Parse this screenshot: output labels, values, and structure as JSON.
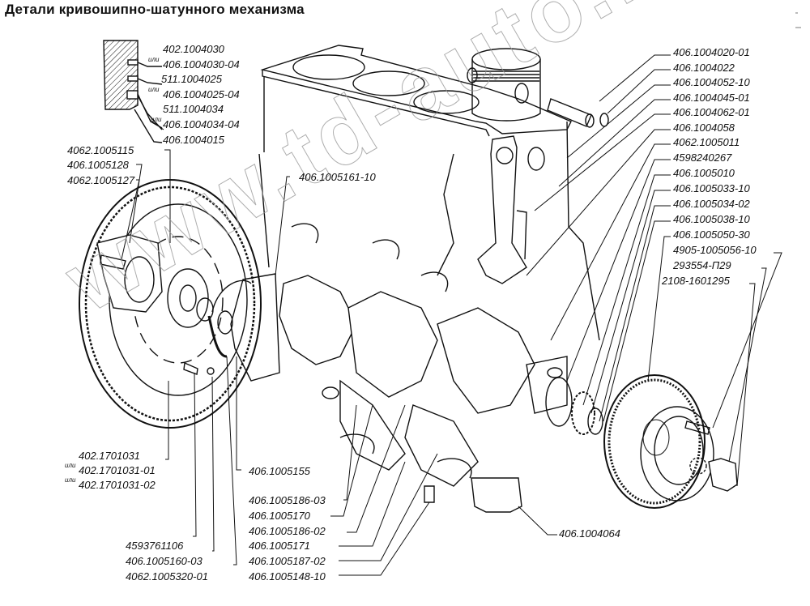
{
  "title": "Детали кривошипно-шатунного механизма",
  "watermark": "www.td-auto.ru",
  "alt_word": "или",
  "labels": {
    "ring_group": [
      "402.1004030",
      "406.1004030-04",
      "511.1004025",
      "406.1004025-04",
      "511.1004034",
      "406.1004034-04",
      "406.1004015"
    ],
    "flywheel_group": [
      "4062.1005115",
      "406.1005128",
      "4062.1005127"
    ],
    "seal_holder": "406.1005161-10",
    "right_column": [
      "406.1004020-01",
      "406.1004022",
      "406.1004052-10",
      "406.1004045-01",
      "406.1004062-01",
      "406.1004058",
      "4062.1005011",
      "4598240267",
      "406.1005010",
      "406.1005033-10",
      "406.1005034-02",
      "406.1005038-10",
      "406.1005050-30",
      "4905-1005056-10",
      "293554-П29",
      "2108-1601295"
    ],
    "clutch_bolt": [
      "402.1701031",
      "402.1701031-01",
      "402.1701031-02"
    ],
    "bottom_left": [
      "4593761106",
      "406.1005160-03",
      "4062.1005320-01"
    ],
    "gasket": "406.1005155",
    "bottom_center": [
      "406.1005186-03",
      "406.1005170",
      "406.1005186-02",
      "406.1005171",
      "406.1005187-02",
      "406.1005148-10"
    ],
    "main_cap": "406.1004064"
  }
}
